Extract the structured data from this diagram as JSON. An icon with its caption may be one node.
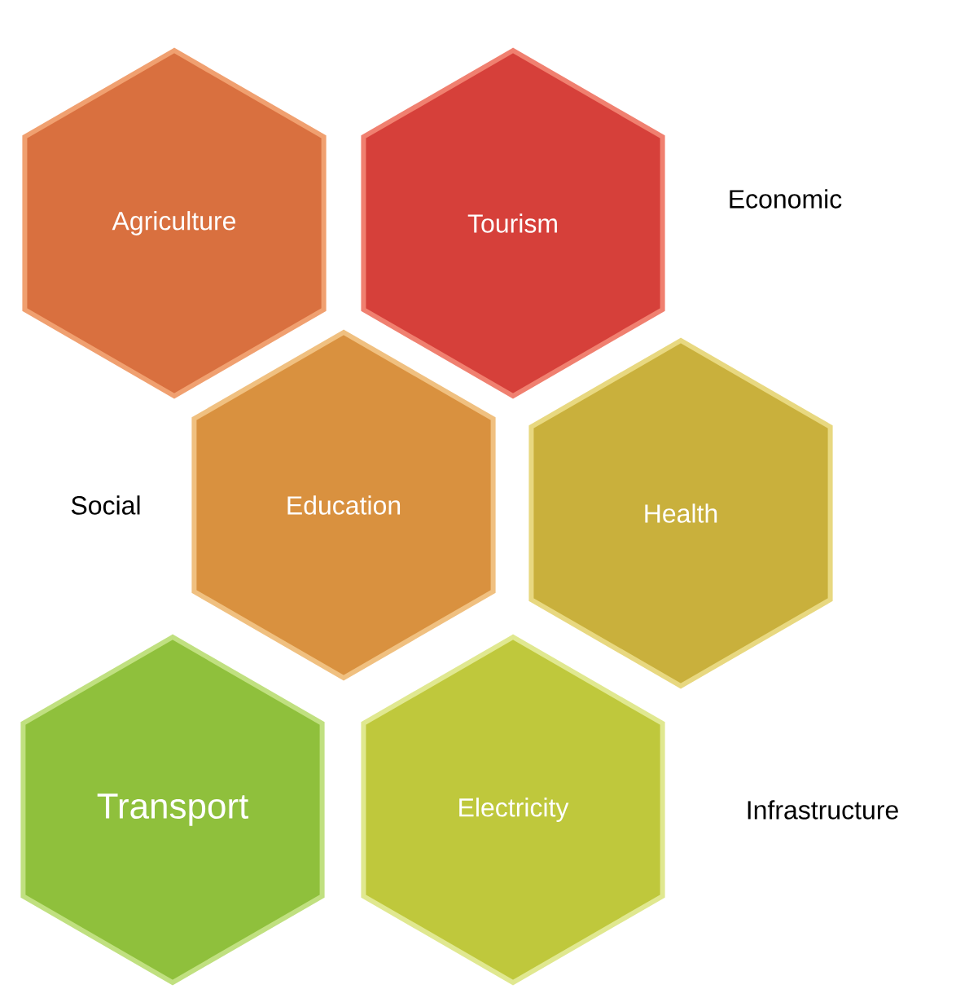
{
  "diagram": {
    "nodes": [
      {
        "text": [
          "Agriculture"
        ]
      },
      {
        "text": [
          "Tourism"
        ]
      },
      {
        "text": [
          "Education"
        ]
      },
      {
        "text": [
          "Health"
        ]
      },
      {
        "text": [
          "Transport"
        ]
      },
      {
        "text": [
          "Electricity"
        ]
      }
    ],
    "labels": [
      "Economic",
      "Social",
      "Infrastructure"
    ]
  }
}
